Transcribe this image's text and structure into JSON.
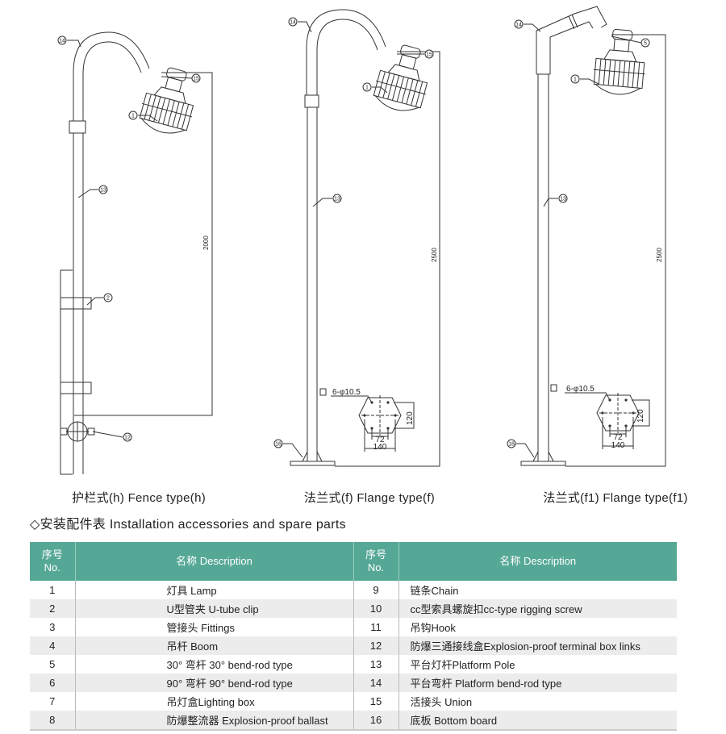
{
  "diagrams": {
    "fence": {
      "caption": "护栏式(h) Fence type(h)",
      "height_dim": "2000",
      "callouts": [
        "14",
        "15",
        "1",
        "13",
        "2",
        "12"
      ]
    },
    "flange_f": {
      "caption": "法兰式(f) Flange type(f)",
      "height_dim": "2500",
      "callouts": [
        "14",
        "15",
        "1",
        "13",
        "16"
      ],
      "hole_spec": "6-φ10.5",
      "dim_height": "120",
      "dim_inner": "72",
      "dim_outer": "140"
    },
    "flange_f1": {
      "caption": "法兰式(f1) Flange type(f1)",
      "height_dim": "2500",
      "callouts": [
        "14",
        "5",
        "1",
        "13",
        "16"
      ],
      "hole_spec": "6-φ10.5",
      "dim_height": "120",
      "dim_inner": "72",
      "dim_outer": "140"
    }
  },
  "section_title": "◇安装配件表 Installation accessories and spare parts",
  "table": {
    "header": {
      "no": "序号",
      "no_en": "No.",
      "desc": "名称 Description"
    },
    "left": [
      {
        "no": "1",
        "desc": "灯具 Lamp"
      },
      {
        "no": "2",
        "desc": "U型管夹 U-tube clip"
      },
      {
        "no": "3",
        "desc": "管接头 Fittings"
      },
      {
        "no": "4",
        "desc": "吊杆 Boom"
      },
      {
        "no": "5",
        "desc": "30°  弯杆 30°  bend-rod type"
      },
      {
        "no": "6",
        "desc": "90°  弯杆 90°  bend-rod type"
      },
      {
        "no": "7",
        "desc": "吊灯盒Lighting box"
      },
      {
        "no": "8",
        "desc": "防爆整流器 Explosion-proof ballast"
      }
    ],
    "right": [
      {
        "no": "9",
        "desc": "链条Chain"
      },
      {
        "no": "10",
        "desc": "cc型索具螺旋扣cc-type rigging screw"
      },
      {
        "no": "11",
        "desc": "吊钩Hook"
      },
      {
        "no": "12",
        "desc": "防爆三通接线盒Explosion-proof terminal box links"
      },
      {
        "no": "13",
        "desc": "平台灯杆Platform Pole"
      },
      {
        "no": "14",
        "desc": "平台弯杆 Platform bend-rod type"
      },
      {
        "no": "15",
        "desc": "活接头 Union"
      },
      {
        "no": "16",
        "desc": "底板 Bottom board"
      }
    ],
    "header_color": "#56a896"
  }
}
